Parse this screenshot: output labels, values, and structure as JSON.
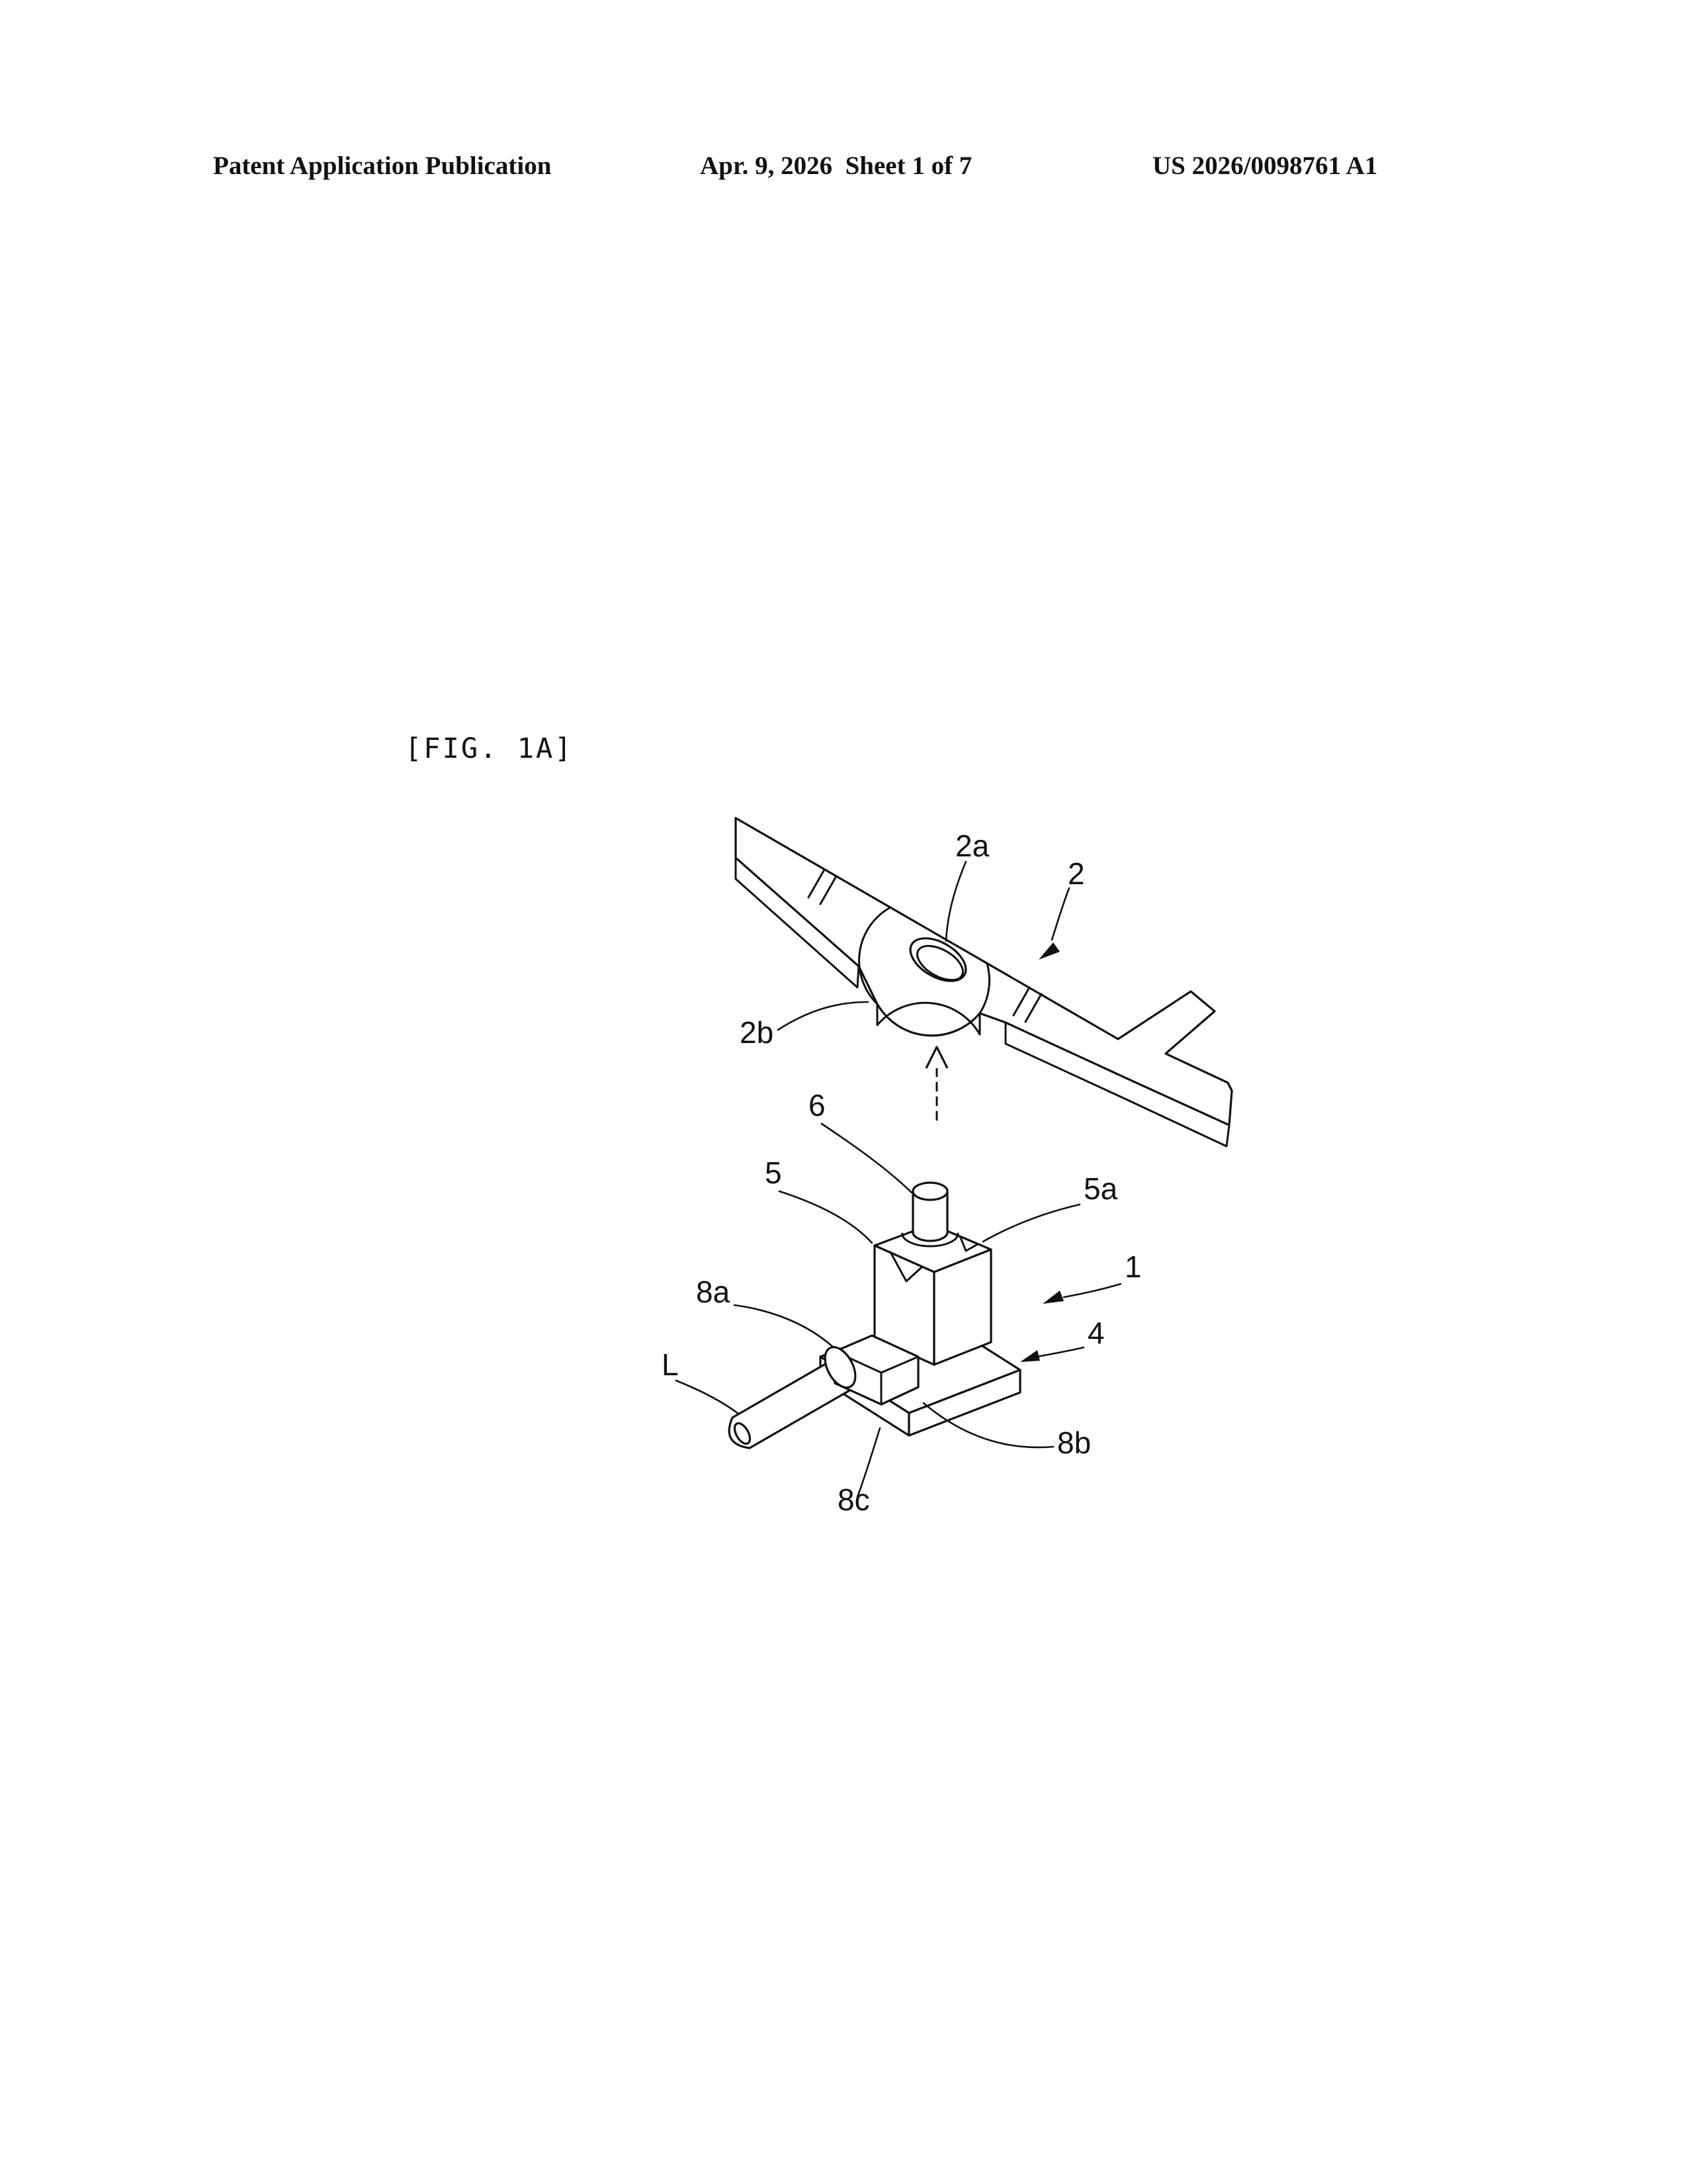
{
  "header": {
    "left": "Patent Application Publication",
    "center": "Apr. 9, 2026  Sheet 1 of 7",
    "right": "US 2026/0098761 A1"
  },
  "figure": {
    "label": "[FIG. 1A]",
    "callouts": [
      {
        "text": "2a"
      },
      {
        "text": "2"
      },
      {
        "text": "2b"
      },
      {
        "text": "6"
      },
      {
        "text": "5"
      },
      {
        "text": "5a"
      },
      {
        "text": "8a"
      },
      {
        "text": "1"
      },
      {
        "text": "4"
      },
      {
        "text": "L"
      },
      {
        "text": "8b"
      },
      {
        "text": "8c"
      }
    ],
    "colors": {
      "ink": "#111111",
      "paper": "#ffffff"
    }
  }
}
